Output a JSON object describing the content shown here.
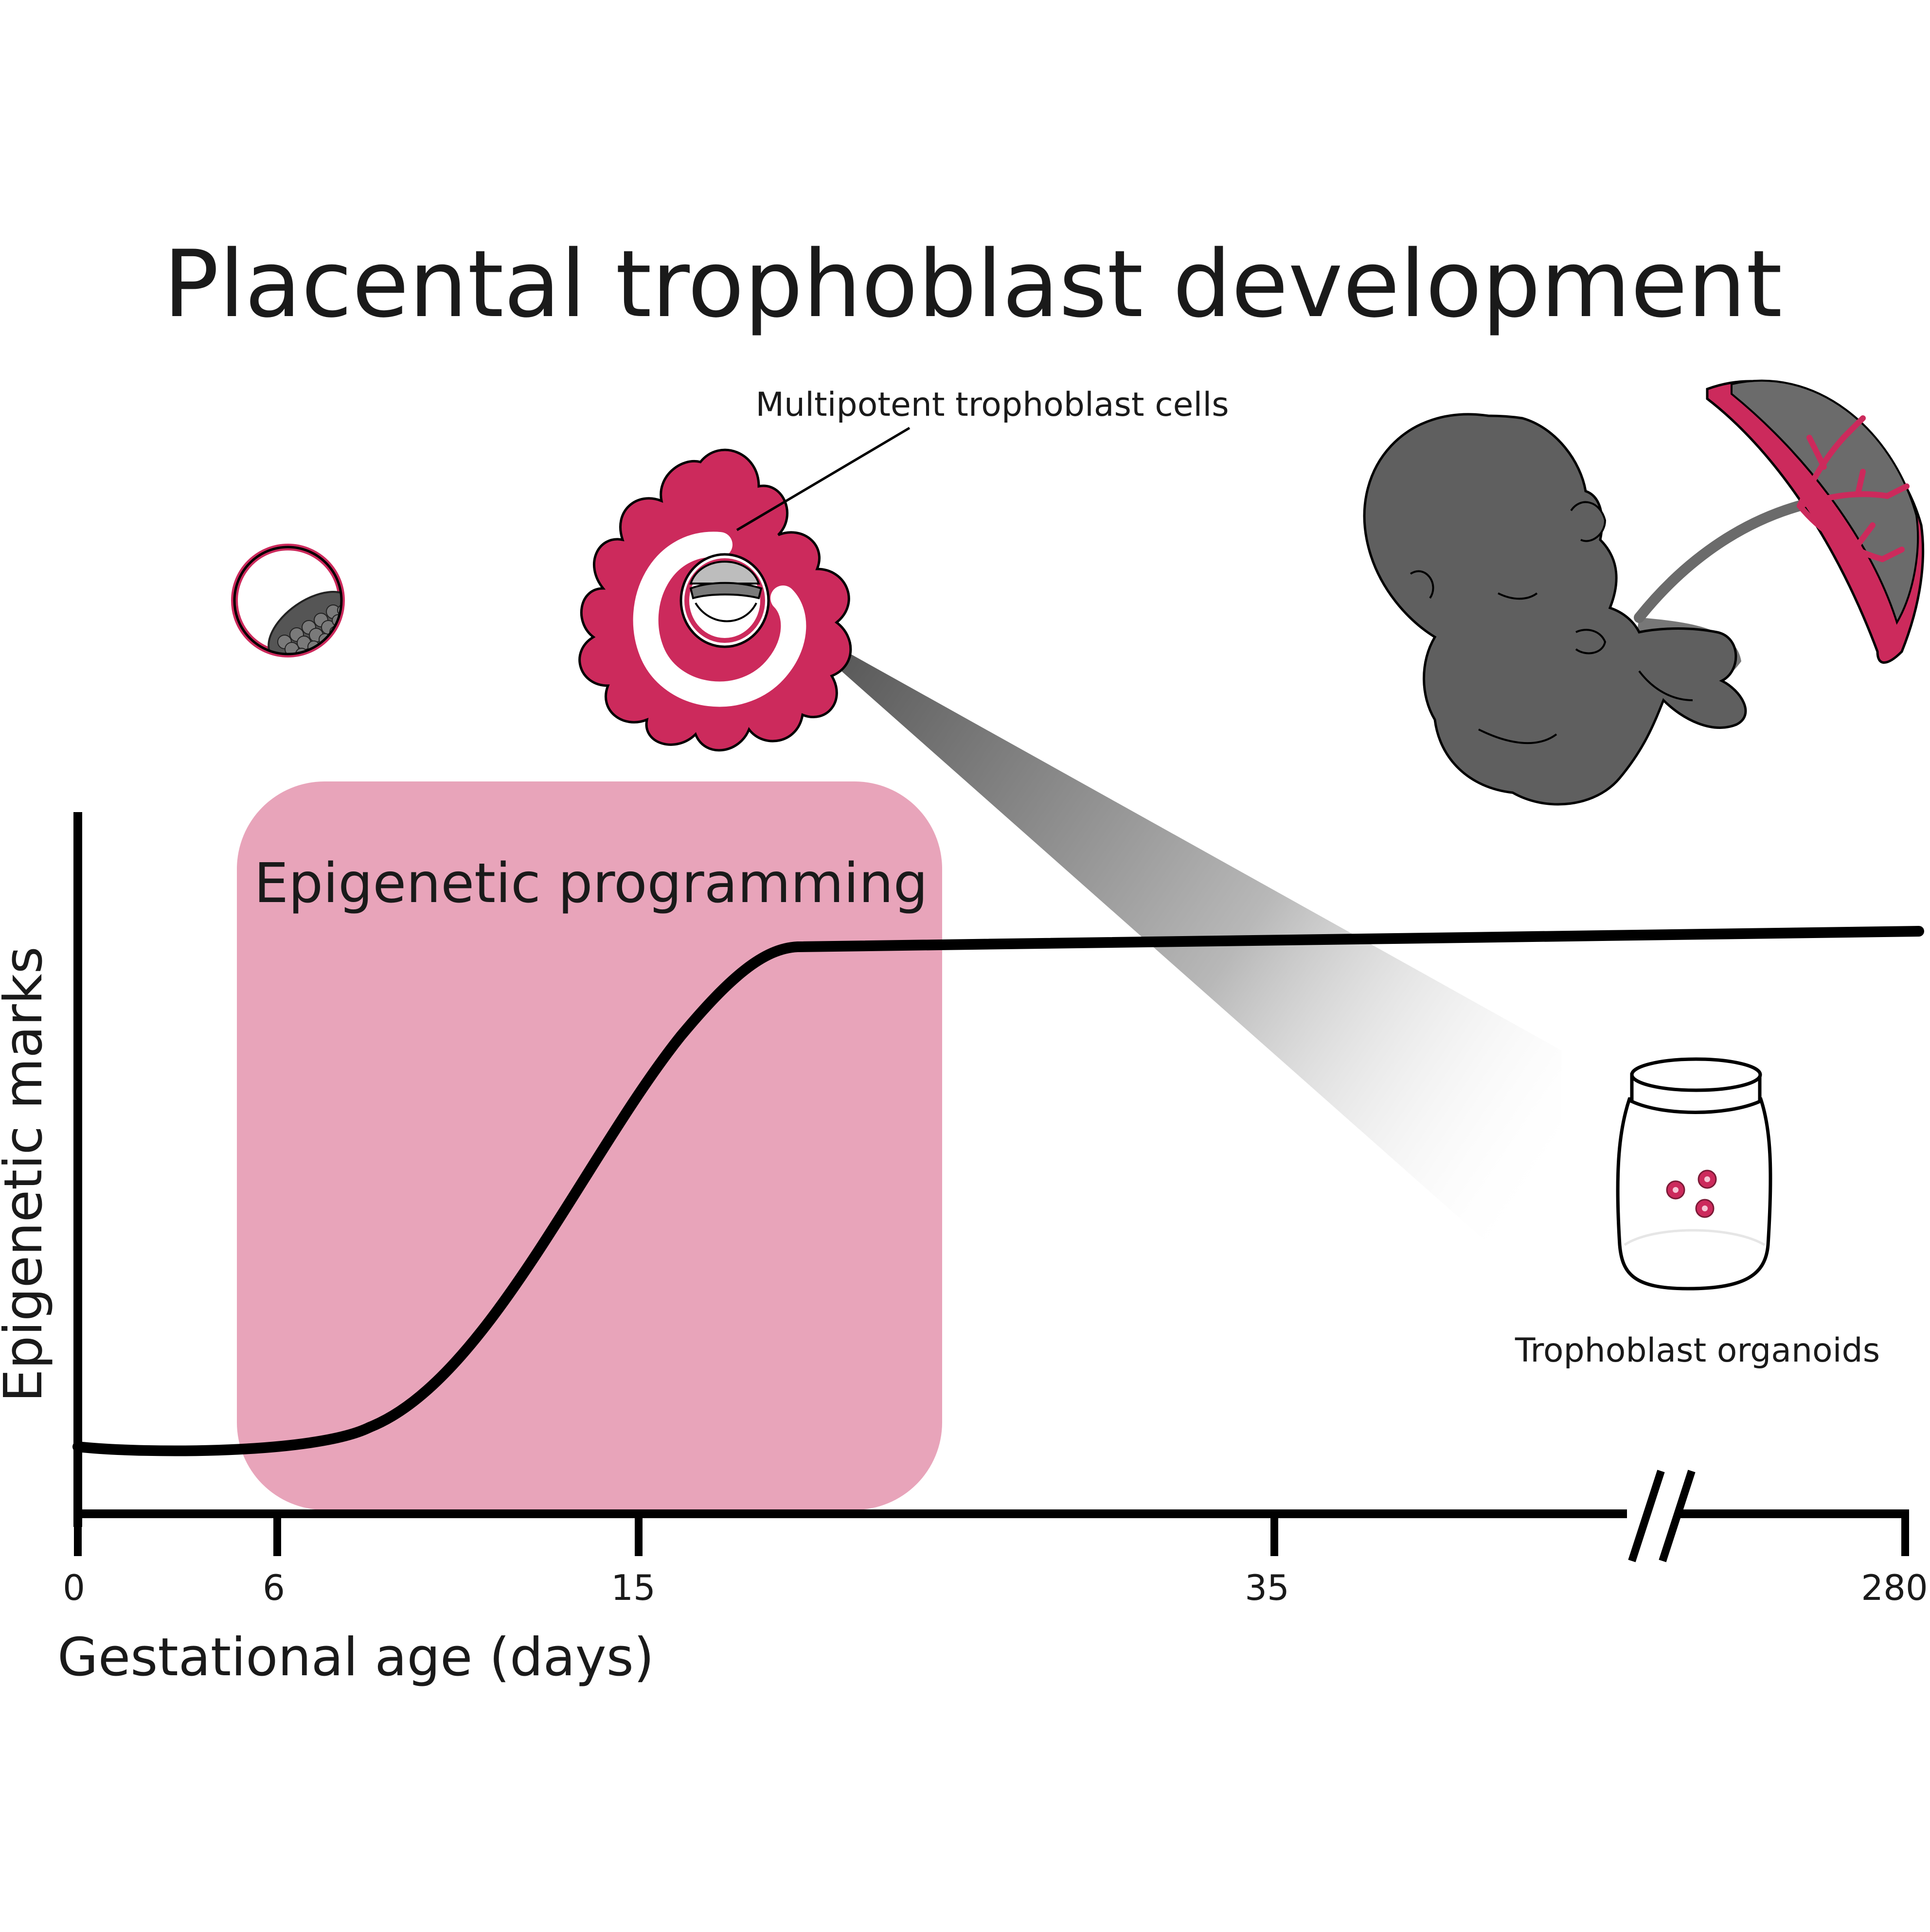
{
  "title": "Placental trophoblast development",
  "callouts": {
    "multipotent": "Multipotent trophoblast cells",
    "organoids": "Trophoblast organoids"
  },
  "window_label": "Epigenetic programming",
  "axes": {
    "ylabel": "Epigenetic marks",
    "xlabel": "Gestational age (days)",
    "ticks": [
      "0",
      "6",
      "15",
      "35",
      "280"
    ]
  },
  "colors": {
    "accent": "#cc2a5c",
    "window": "#e8a4ba",
    "tissue": "#6b6b6b",
    "line": "#000000"
  },
  "icons": [
    "blastocyst-icon",
    "implanting-embryo-icon",
    "fetus-icon",
    "placenta-icon",
    "organoid-jar-icon"
  ]
}
